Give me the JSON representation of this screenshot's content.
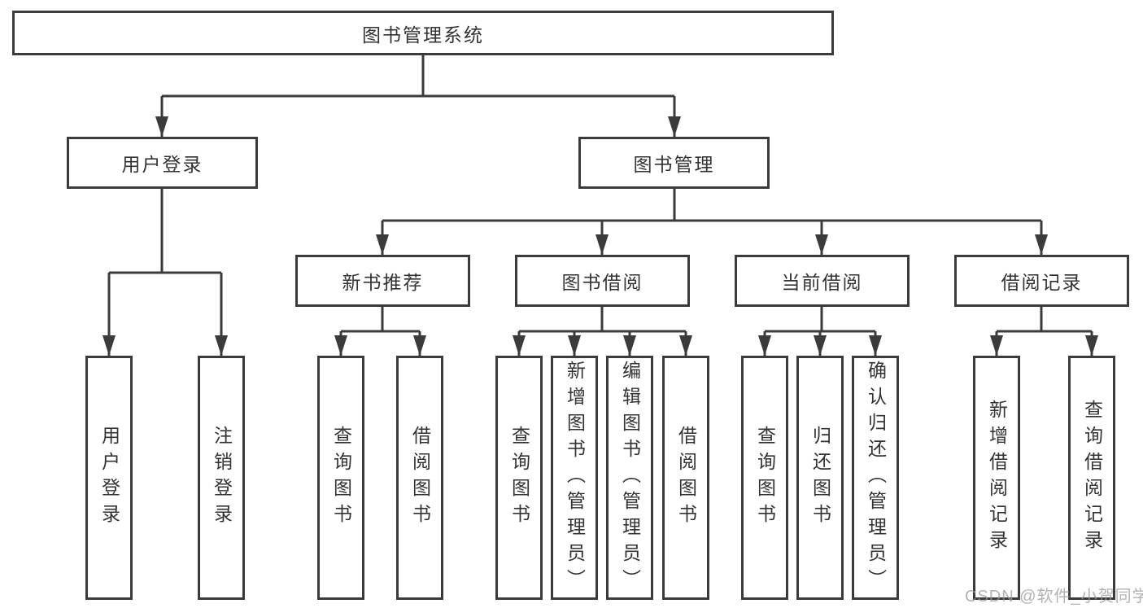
{
  "diagram": {
    "title": "图书管理系统",
    "level2": {
      "user_login": "用户登录",
      "book_mgmt": "图书管理"
    },
    "level3": {
      "new_books": "新书推荐",
      "borrowing": "图书借阅",
      "current": "当前借阅",
      "records": "借阅记录"
    },
    "leaves": {
      "login": "用户登录",
      "logout": "注销登录",
      "nb_query": "查询图书",
      "nb_borrow": "借阅图书",
      "bw_query": "查询图书",
      "bw_add": "新增图书（管理员）",
      "bw_edit": "编辑图书（管理员）",
      "bw_borrow": "借阅图书",
      "cb_query": "查询图书",
      "cb_return": "归还图书",
      "cb_confirm": "确认归还（管理员）",
      "rc_add": "新增借阅记录",
      "rc_query": "查询借阅记录"
    }
  },
  "watermark": "CSDN @软件_小贺同学",
  "colors": {
    "line": "#3b3b3b",
    "text": "#333333",
    "watermark": "#9a9a9a",
    "background": "#ffffff"
  }
}
